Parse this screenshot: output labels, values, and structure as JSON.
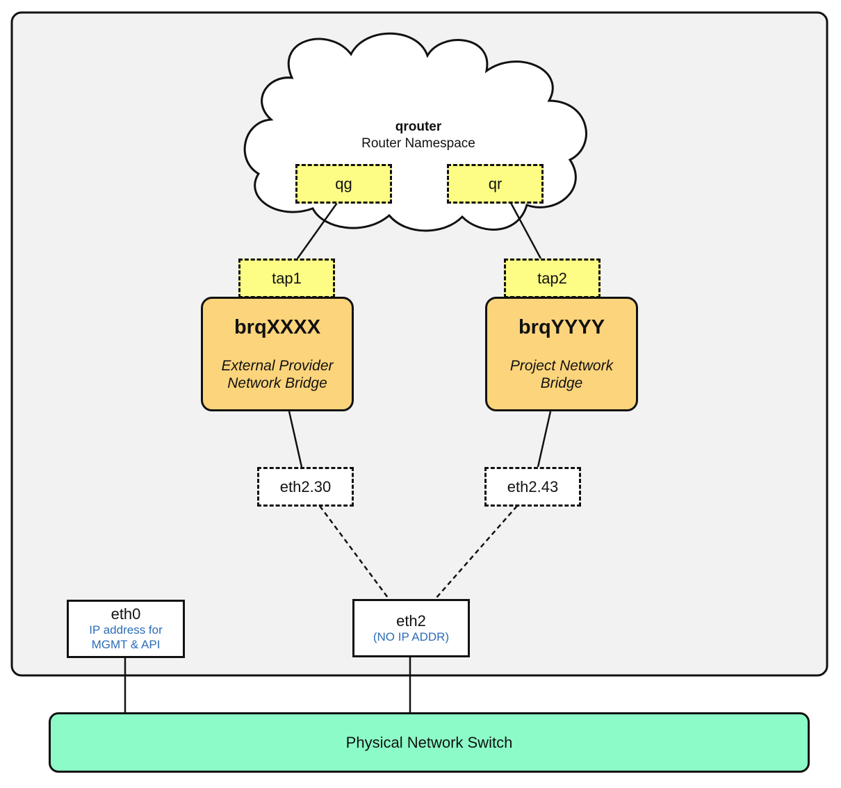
{
  "router": {
    "title": "qrouter",
    "subtitle": "Router Namespace"
  },
  "ports": {
    "qg": "qg",
    "qr": "qr",
    "tap1": "tap1",
    "tap2": "tap2"
  },
  "bridges": [
    {
      "name": "brqXXXX",
      "desc1": "External Provider",
      "desc2": "Network Bridge"
    },
    {
      "name": "brqYYYY",
      "desc1": "Project Network",
      "desc2": "Bridge"
    }
  ],
  "vlans": {
    "a": "eth2.30",
    "b": "eth2.43"
  },
  "nics": {
    "eth0": {
      "name": "eth0",
      "line1": "IP address for",
      "line2": "MGMT & API"
    },
    "eth2": {
      "name": "eth2",
      "line1": "(NO IP ADDR)"
    }
  },
  "switch": {
    "label": "Physical Network Switch"
  },
  "colors": {
    "port": "#fdfd86",
    "bridge": "#fcd47c",
    "switch": "#8cfbc8",
    "host": "#f2f2f2",
    "nic_sub": "#2b6cb8"
  }
}
